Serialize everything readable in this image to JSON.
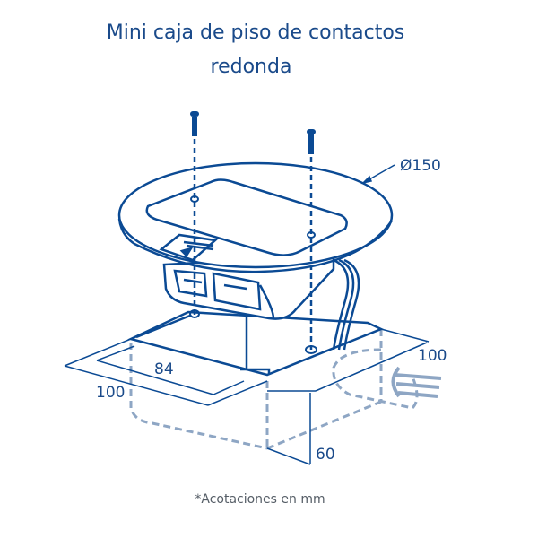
{
  "title": {
    "line1": "Mini caja de piso de contactos",
    "line2": "redonda"
  },
  "dimensions": {
    "diameter": "Ø150",
    "base_inner_width": "84",
    "base_outer_width": "100",
    "base_depth": "100",
    "height": "60"
  },
  "footnote": "*Acotaciones en mm",
  "colors": {
    "line": "#0b4a94",
    "dashed_outline": "#8ea6c4",
    "text": "#1a4a8a",
    "footnote": "#555d66"
  }
}
